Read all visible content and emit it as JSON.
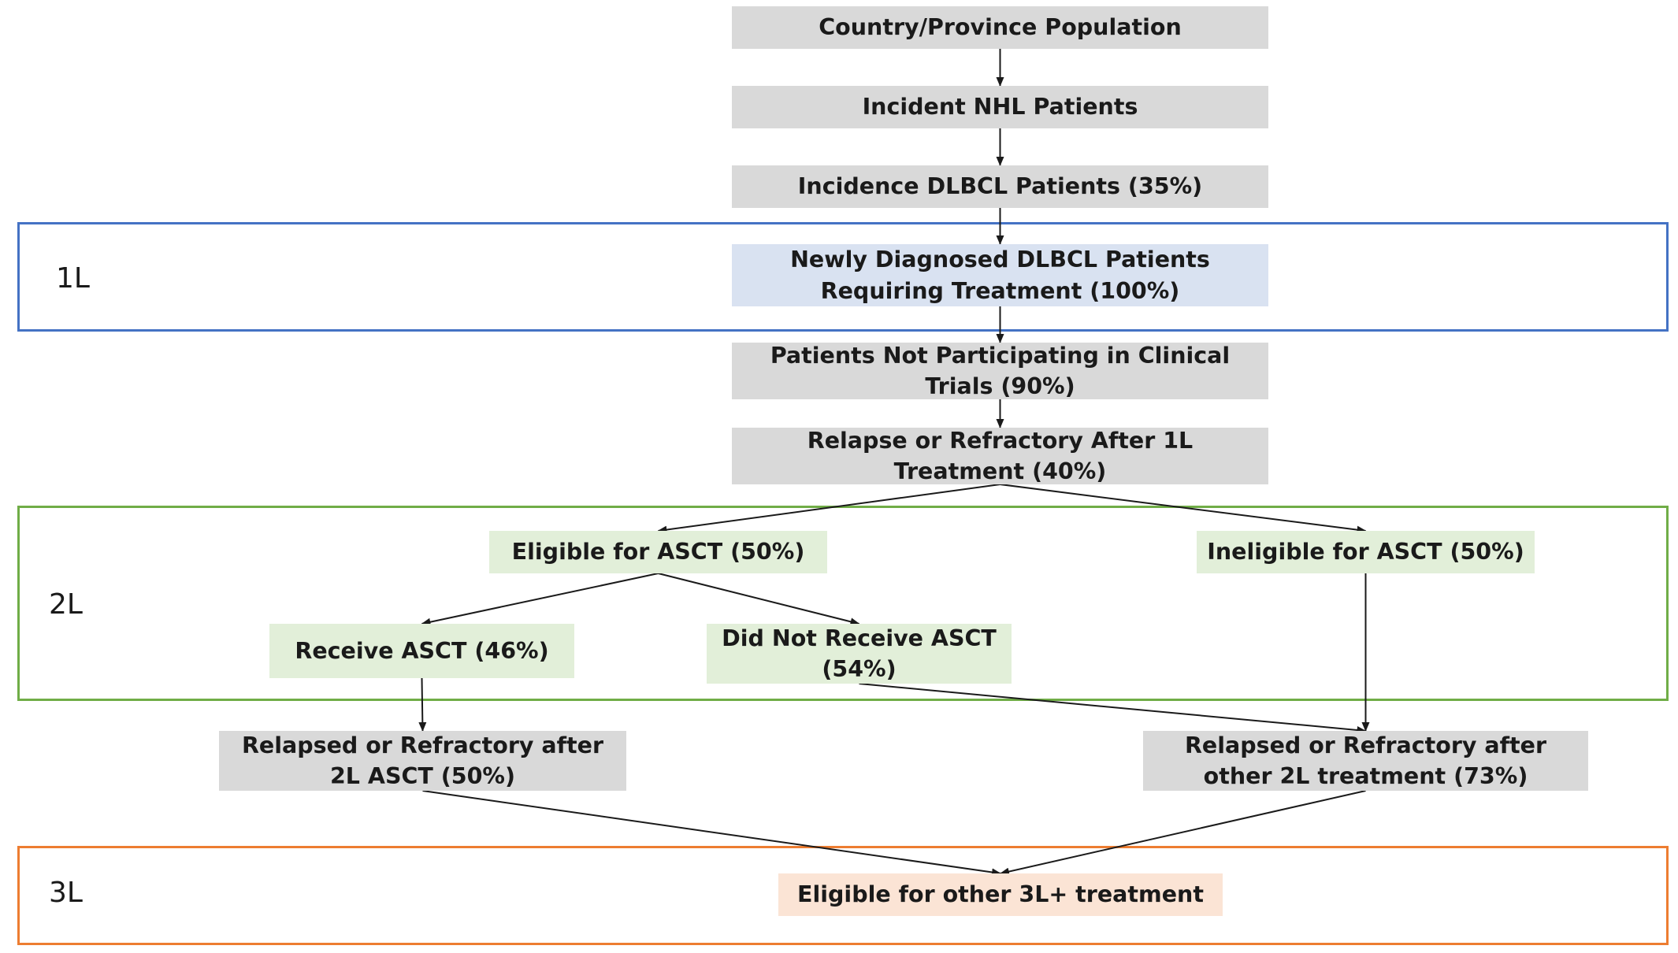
{
  "colors": {
    "line_1l": "#4472c4",
    "line_2l": "#70ad47",
    "line_3l": "#ed7d31",
    "box_gray": "#d9d9d9",
    "box_blue": "#d9e2f1",
    "box_green": "#e2efd9",
    "box_peach": "#fbe4d5",
    "arrow": "#1a1a1a"
  },
  "lines": {
    "first": "1L",
    "second": "2L",
    "third": "3L"
  },
  "nodes": {
    "population": "Country/Province Population",
    "incident_nhl": "Incident NHL Patients",
    "incidence_dlbcl": "Incidence DLBCL Patients (35%)",
    "newly_diagnosed": "Newly Diagnosed DLBCL Patients Requiring Treatment (100%)",
    "not_in_trials": "Patients Not Participating in Clinical Trials (90%)",
    "relapse_1l": "Relapse or Refractory After 1L Treatment (40%)",
    "eligible_asct": "Eligible for ASCT (50%)",
    "ineligible_asct": "Ineligible for ASCT (50%)",
    "receive_asct": "Receive ASCT (46%)",
    "not_receive_asct": "Did Not Receive ASCT (54%)",
    "relapse_2l_asct": "Relapsed or Refractory after 2L ASCT (50%)",
    "relapse_2l_other": "Relapsed or Refractory after other 2L treatment (73%)",
    "eligible_3l": "Eligible for other 3L+ treatment"
  },
  "edges": [
    [
      "population",
      "incident_nhl"
    ],
    [
      "incident_nhl",
      "incidence_dlbcl"
    ],
    [
      "incidence_dlbcl",
      "newly_diagnosed"
    ],
    [
      "newly_diagnosed",
      "not_in_trials"
    ],
    [
      "not_in_trials",
      "relapse_1l"
    ],
    [
      "relapse_1l",
      "eligible_asct"
    ],
    [
      "relapse_1l",
      "ineligible_asct"
    ],
    [
      "eligible_asct",
      "receive_asct"
    ],
    [
      "eligible_asct",
      "not_receive_asct"
    ],
    [
      "receive_asct",
      "relapse_2l_asct"
    ],
    [
      "not_receive_asct",
      "relapse_2l_other"
    ],
    [
      "ineligible_asct",
      "relapse_2l_other"
    ],
    [
      "relapse_2l_asct",
      "eligible_3l"
    ],
    [
      "relapse_2l_other",
      "eligible_3l"
    ]
  ]
}
